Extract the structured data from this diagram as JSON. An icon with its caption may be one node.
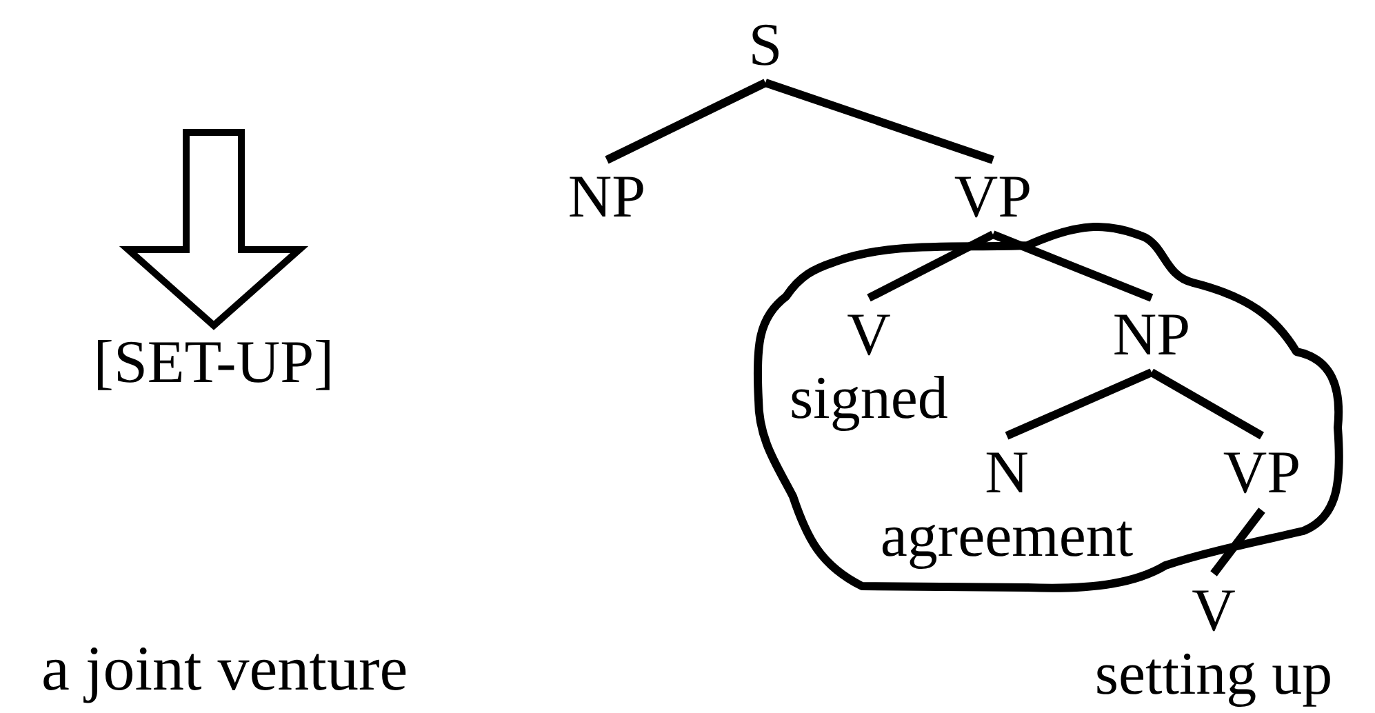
{
  "diagram": {
    "nodes": [
      {
        "text": [
          "S"
        ]
      },
      {
        "text": [
          "NP"
        ]
      },
      {
        "text": [
          "VP"
        ]
      },
      {
        "text": [],
        "shape": "cloud"
      },
      {
        "text": [
          "V",
          "signed"
        ],
        "in": 3
      },
      {
        "text": [
          "NP"
        ],
        "in": 3
      },
      {
        "text": [
          "N",
          "agreement"
        ],
        "in": 3
      },
      {
        "text": [
          "VP"
        ],
        "in": 3
      },
      {
        "text": [
          "V",
          "setting up"
        ]
      },
      {
        "text": [
          "[SET-UP]"
        ]
      }
    ],
    "edges": [
      {
        "from": 0,
        "to": 1,
        "arrow": "none"
      },
      {
        "from": 0,
        "to": 2,
        "arrow": "none"
      },
      {
        "from": 2,
        "to": 4,
        "arrow": "none"
      },
      {
        "from": 2,
        "to": 5,
        "arrow": "none"
      },
      {
        "from": 5,
        "to": 6,
        "arrow": "none"
      },
      {
        "from": 5,
        "to": 7,
        "arrow": "none"
      },
      {
        "from": 7,
        "to": 8,
        "arrow": "none"
      },
      {
        "from": null,
        "to": 9,
        "arrow": "to"
      }
    ],
    "labels": [
      "a joint venture"
    ]
  }
}
